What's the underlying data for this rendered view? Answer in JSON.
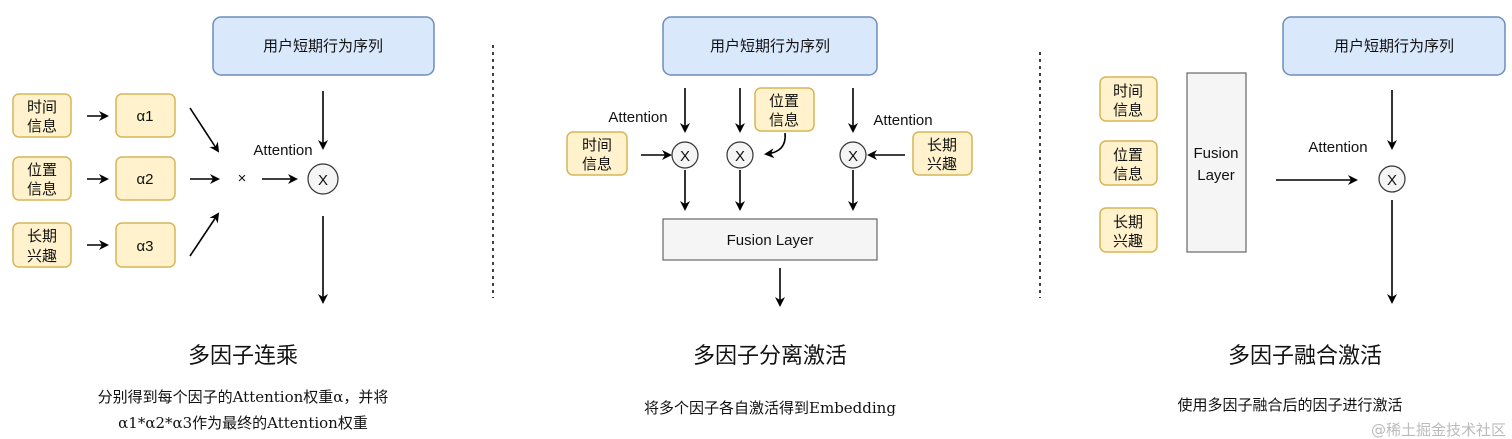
{
  "sequence_label": "用户短期行为序列",
  "attention_label": "Attention",
  "factors": [
    {
      "line1": "时间",
      "line2": "信息"
    },
    {
      "line1": "位置",
      "line2": "信息"
    },
    {
      "line1": "长期",
      "line2": "兴趣"
    }
  ],
  "alphas": [
    "α1",
    "α2",
    "α3"
  ],
  "multiply_symbol": "×",
  "op_symbol": "X",
  "fusion_layer": "Fusion Layer",
  "fusion_line1": "Fusion",
  "fusion_line2": "Layer",
  "panels": [
    {
      "title": "多因子连乘",
      "desc_lines": [
        "分别得到每个因子的Attention权重α，并将",
        "α1*α2*α3作为最终的Attention权重"
      ]
    },
    {
      "title": "多因子分离激活",
      "desc_lines": [
        "将多个因子各自激活得到Embedding"
      ]
    },
    {
      "title": "多因子融合激活",
      "desc_lines": [
        "使用多因子融合后的因子进行激活"
      ]
    }
  ],
  "watermark": "@稀土掘金技术社区"
}
